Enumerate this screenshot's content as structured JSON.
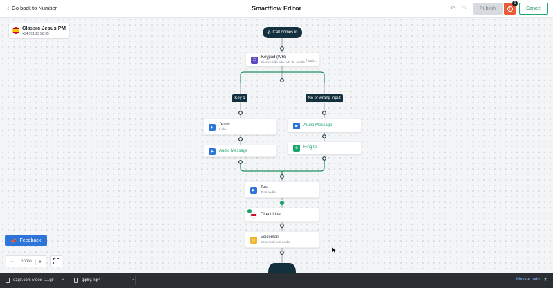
{
  "header": {
    "back_label": "Go back to Number",
    "title": "Smartflow Editor",
    "publish_label": "Publish",
    "warning_count": "1",
    "cancel_label": "Cancel"
  },
  "number": {
    "name": "Classic Jesus PM",
    "phone": "+34 911 23 58 95"
  },
  "flow": {
    "start_label": "Call comes in",
    "ivr": {
      "title": "Keypad (IVR)",
      "subtitle": "Bienvenido a la IVR de Jesús",
      "options": "2 opti..."
    },
    "branch_key1": "Key 1",
    "branch_other": "No or wrong input",
    "jesus": {
      "title": "Jesus",
      "subtitle": "Hola"
    },
    "audio_left": {
      "title": "Audio Message"
    },
    "audio_right": {
      "title": "Audio Message"
    },
    "ring": {
      "title": "Ring to"
    },
    "test": {
      "title": "Test",
      "subtitle": "Test audio"
    },
    "direct": {
      "title": "Direct Line"
    },
    "voicemail": {
      "title": "Voicemail",
      "subtitle": "Voicemail test audio"
    }
  },
  "controls": {
    "feedback_label": "Feedback",
    "zoom": "100%"
  },
  "downloads": {
    "items": [
      {
        "name": "ezgif.com-video-t....gif"
      },
      {
        "name": "giphy.mp4"
      }
    ],
    "show_all": "Mostrar todo"
  },
  "colors": {
    "accent_green": "#1aa56a",
    "publish_disabled": "#d7dbdf",
    "warning": "#ec5b35",
    "pill_dark": "#12303d",
    "feedback_blue": "#2f74d8"
  }
}
